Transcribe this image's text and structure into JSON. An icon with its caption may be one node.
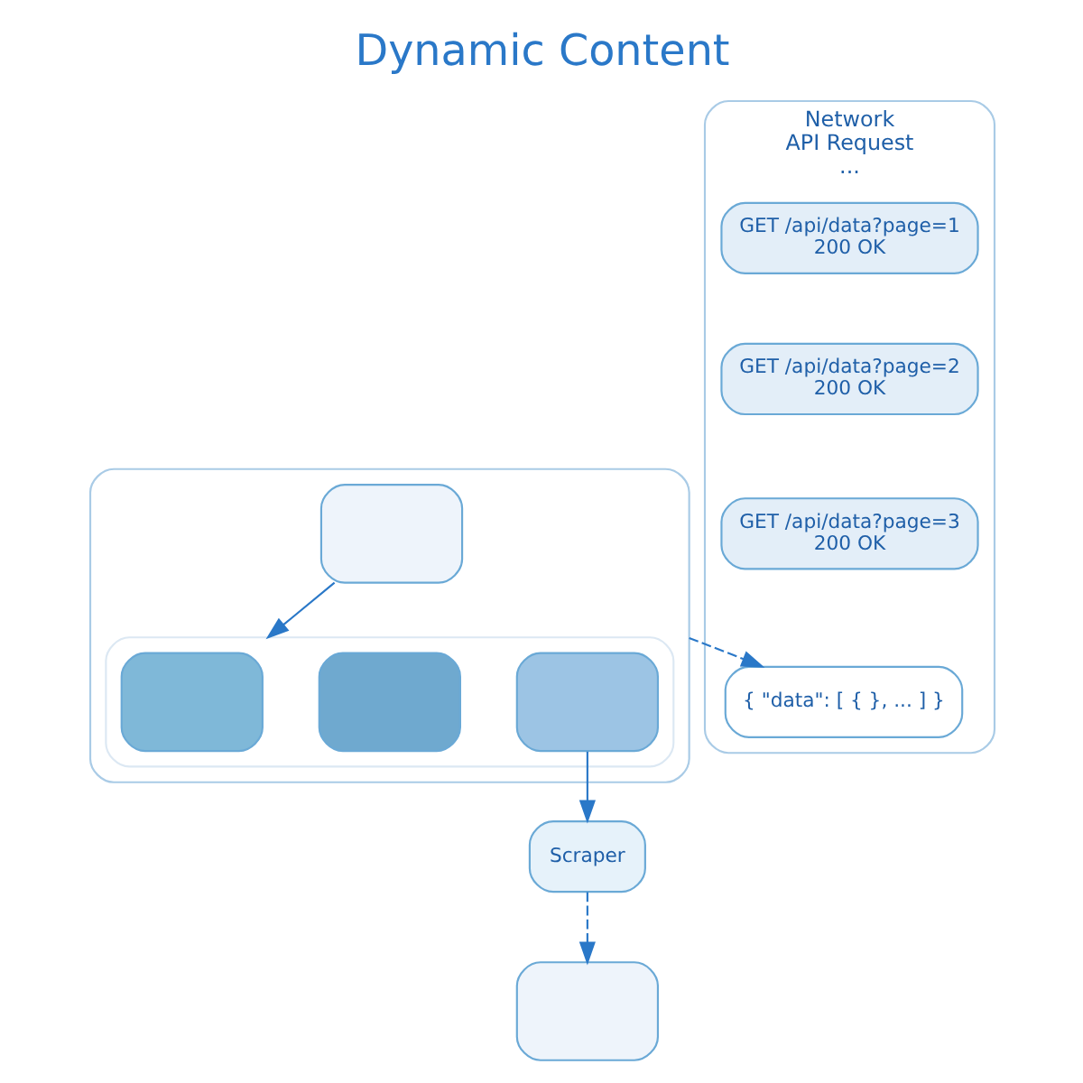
{
  "diagram": {
    "title": "Dynamic Content",
    "nodes": [
      {
        "text": [],
        "shape": "box"
      },
      {
        "text": [],
        "shape": "box",
        "in": 0
      },
      {
        "text": [],
        "shape": "box",
        "in": 0
      },
      {
        "text": [],
        "shape": "box",
        "in": 2
      },
      {
        "text": [],
        "shape": "box",
        "in": 2
      },
      {
        "text": [],
        "shape": "box",
        "in": 2
      },
      {
        "text": [
          "Network",
          "API Request",
          "..."
        ]
      },
      {
        "text": [
          "GET /api/data?page=1",
          "200 OK"
        ],
        "in": 6
      },
      {
        "text": [
          "GET /api/data?page=2",
          "200 OK"
        ],
        "in": 6
      },
      {
        "text": [
          "GET /api/data?page=3",
          "200 OK"
        ],
        "in": 6
      },
      {
        "text": [
          "{ \"data\": [ { }, ... ] }"
        ],
        "in": 6
      },
      {
        "text": [
          "Scraper"
        ]
      },
      {
        "text": [],
        "shape": "box"
      }
    ],
    "edges": [
      {
        "from": 1,
        "to": 2,
        "arrow": "to"
      },
      {
        "from": 5,
        "to": 11,
        "arrow": "to"
      },
      {
        "from": 11,
        "to": 12,
        "arrow": "to",
        "style": "dashed"
      },
      {
        "from": 0,
        "to": 10,
        "arrow": "to",
        "style": "dashed"
      }
    ]
  }
}
